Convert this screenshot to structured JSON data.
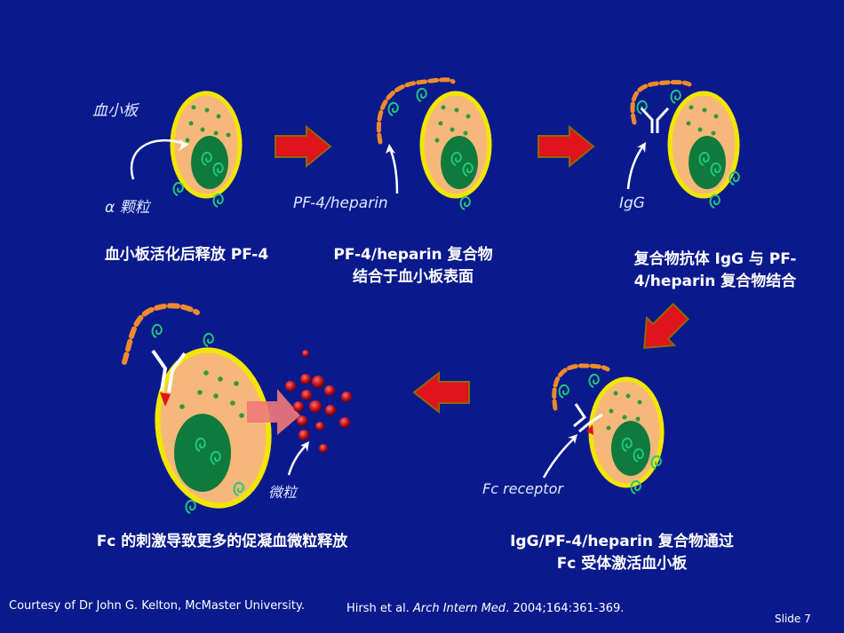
{
  "labels": {
    "platelet": "血小板",
    "alpha_granule": "α 颗粒",
    "pf4_heparin": "PF-4/heparin",
    "igg": "IgG",
    "fc_receptor": "Fc receptor",
    "microparticle": "微粒"
  },
  "captions": {
    "step1": "血小板活化后释放 PF-4",
    "step2_line1": "PF-4/heparin 复合物",
    "step2_line2": "结合于血小板表面",
    "step3_line1": "复合物抗体 IgG 与 PF-",
    "step3_line2": "4/heparin 复合物结合",
    "step4_line1": "IgG/PF-4/heparin  复合物通过",
    "step4_line2": "Fc 受体激活血小板",
    "step5": "Fc  的刺激导致更多的促凝血微粒释放"
  },
  "footer": {
    "courtesy": "Courtesy of Dr John G. Kelton, McMaster University.",
    "citation_authors": "Hirsh et al. ",
    "citation_journal": "Arch Intern Med",
    "citation_rest": ". 2004;164:361-369.",
    "slide": "Slide 7"
  },
  "colors": {
    "background": "#0a1a8c",
    "platelet_fill": "#f5b87a",
    "platelet_border": "#f2e600",
    "nucleus": "#0e7a3c",
    "granule": "#2f9a3a",
    "chain": "#f08a2e",
    "arrow": "#e0141c",
    "antibody": "#ffffff",
    "receptor": "#e0141c",
    "microparticle": "#c0121c"
  }
}
